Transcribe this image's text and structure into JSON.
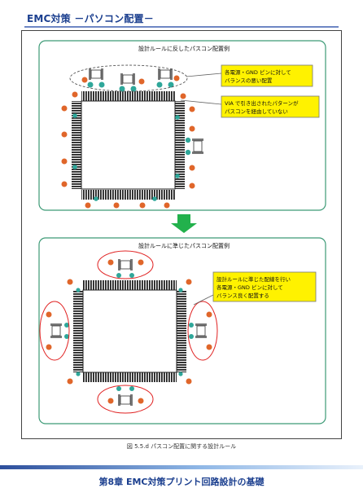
{
  "header": {
    "title": "EMC対策 －パソコン配置－"
  },
  "diagram_bad": {
    "title": "設計ルールに反したパスコン配置例",
    "callout_power": [
      "各電源・GND ピンに対して",
      "バランスの悪い配置"
    ],
    "callout_via": [
      "VIA で引き出されたパターンが",
      "パスコンを経由していない"
    ]
  },
  "diagram_good": {
    "title": "設計ルールに準じたパスコン配置例",
    "callout": [
      "設計ルールに準じた配線を行い",
      "各電源・GND ピンに対して",
      "バランス良く配置する"
    ]
  },
  "caption": "図 5.5.d パスコン配置に関する設計ルール",
  "footer": {
    "chapter": "第8章 EMC対策プリント回路設計の基礎"
  },
  "colors": {
    "title_blue": "#1b3f8f",
    "panel_border": "#3c9a76",
    "via_orange": "#e0662a",
    "pin_teal": "#2fa79a",
    "callout_fill": "#fff200",
    "highlight_red": "#e02020",
    "arrow_green": "#22b14c"
  }
}
